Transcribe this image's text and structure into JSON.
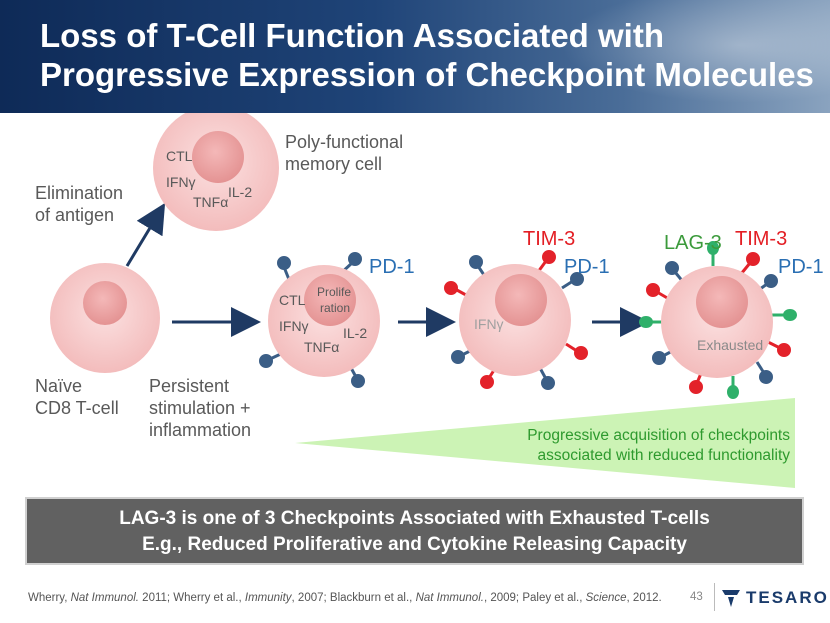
{
  "title": {
    "line1": "Loss of T-Cell Function Associated with",
    "line2": "Progressive Expression of Checkpoint Molecules"
  },
  "labels": {
    "poly_functional_1": "Poly-functional",
    "poly_functional_2": "memory cell",
    "elimination_1": "Elimination",
    "elimination_2": "of antigen",
    "naive_1": "Naïve",
    "naive_2": "CD8 T-cell",
    "persistent_1": "Persistent",
    "persistent_2": "stimulation +",
    "persistent_3": "inflammation",
    "pd1_a": "PD-1",
    "pd1_b": "PD-1",
    "pd1_c": "PD-1",
    "tim3_a": "TIM-3",
    "tim3_b": "TIM-3",
    "lag3": "LAG-3"
  },
  "cell_text": {
    "memory": {
      "ctl": "CTL",
      "ifn": "IFNγ",
      "il2": "IL-2",
      "tnf": "TNFα"
    },
    "stage1": {
      "ctl": "CTL",
      "ifn": "IFNγ",
      "il2": "IL-2",
      "tnf": "TNFα",
      "prolif1": "Prolife",
      "prolif2": "ration"
    },
    "stage2": {
      "ifn": "IFNγ"
    },
    "stage3": {
      "exhausted": "Exhausted"
    }
  },
  "wedge": {
    "line1": "Progressive acquisition of checkpoints",
    "line2": "associated with reduced functionality"
  },
  "callout": {
    "line1": "LAG-3 is one of 3 Checkpoints Associated with Exhausted T-cells",
    "line2": "E.g., Reduced Proliferative and Cytokine Releasing Capacity"
  },
  "footer": {
    "a1": "Wherry, ",
    "a1j": "Nat Immunol.",
    "a1y": " 2011; Wherry et al., ",
    "a2j": "Immunity",
    "a2y": ", 2007; Blackburn et al., ",
    "a3j": "Nat Immunol.",
    "a3y": ", 2009; Paley et al., ",
    "a4j": "Science",
    "a4y": ", 2012."
  },
  "page_number": "43",
  "logo_text": "TESARO",
  "colors": {
    "cell_outer": "#f6c9c9",
    "cell_inner": "#eea5a5",
    "pd1": "#3b5e86",
    "tim3": "#e3222a",
    "lag3": "#2fb06a",
    "arrow": "#1f3a63"
  }
}
